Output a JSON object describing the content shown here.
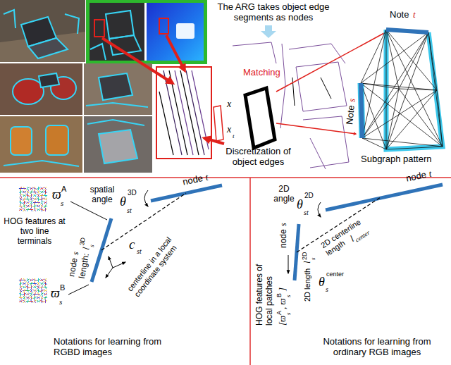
{
  "diagram": {
    "labels": [
      "The ARG takes object edge segments as nodes",
      "Note",
      "t",
      "Matching",
      "x",
      "x",
      "t",
      "Note",
      "s",
      "Discretization of object edges",
      "Subgraph pattern",
      "spatial angle",
      "θ",
      "3D",
      "st",
      "node",
      "t",
      "ϖ",
      "A",
      "s",
      "HOG features at two line terminals",
      "node",
      "s",
      "length:",
      "l",
      "3D",
      "s",
      "c",
      "st",
      "centerline in a local coordinate system",
      "ϖ",
      "B",
      "s",
      "Notations for learning from RGBD images",
      "2D angle",
      "θ",
      "2D",
      "st",
      "node",
      "t",
      "2D centerline length",
      "l",
      "center",
      "HOG features of local patches",
      "[ϖ",
      "A",
      "s",
      ", ϖ",
      "B",
      "s",
      "]",
      "node",
      "s",
      "2D length",
      "l",
      "2D",
      "s",
      "θ",
      "center",
      "s",
      "Notations for learning from ordinary RGB images"
    ]
  }
}
